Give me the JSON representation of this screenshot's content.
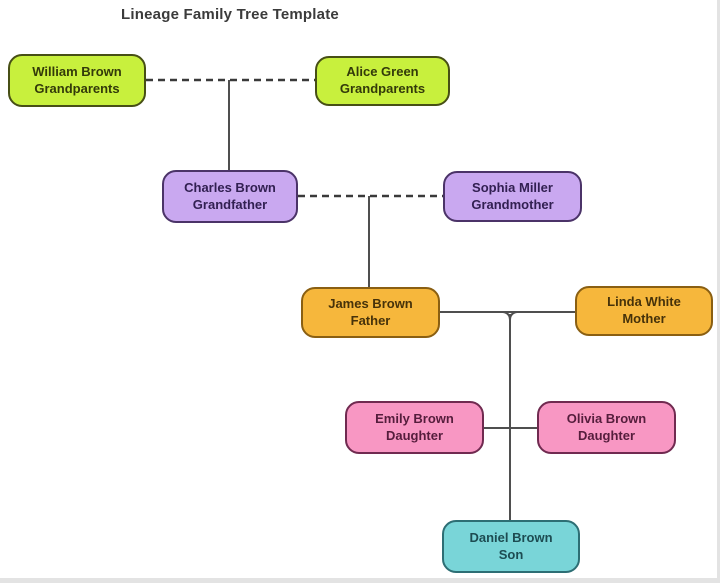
{
  "page": {
    "title": "Lineage Family Tree Template",
    "background": "#ffffff",
    "line_color": "#4f4f4f",
    "dashed_line_color": "#3a3a3a"
  },
  "diagram": {
    "nodes": [
      {
        "id": "william-brown",
        "name": "William Brown",
        "role": "Grandparents",
        "fill": "#c8f03d",
        "border": "#474f15",
        "text_color": "#333a0a"
      },
      {
        "id": "alice-green",
        "name": "Alice Green",
        "role": "Grandparents",
        "fill": "#c8f03d",
        "border": "#474f15",
        "text_color": "#333a0a"
      },
      {
        "id": "charles-brown",
        "name": "Charles Brown",
        "role": "Grandfather",
        "fill": "#c9a8f0",
        "border": "#4b3368",
        "text_color": "#322052"
      },
      {
        "id": "sophia-miller",
        "name": "Sophia Miller",
        "role": "Grandmother",
        "fill": "#c9a8f0",
        "border": "#4b3368",
        "text_color": "#322052"
      },
      {
        "id": "james-brown",
        "name": "James Brown",
        "role": "Father",
        "fill": "#f6b73c",
        "border": "#8a5f12",
        "text_color": "#46320a"
      },
      {
        "id": "linda-white",
        "name": "Linda White",
        "role": "Mother",
        "fill": "#f6b73c",
        "border": "#8a5f12",
        "text_color": "#46320a"
      },
      {
        "id": "emily-brown",
        "name": "Emily Brown",
        "role": "Daughter",
        "fill": "#f897c3",
        "border": "#702a50",
        "text_color": "#551d3c"
      },
      {
        "id": "olivia-brown",
        "name": "Olivia Brown",
        "role": "Daughter",
        "fill": "#f897c3",
        "border": "#702a50",
        "text_color": "#551d3c"
      },
      {
        "id": "daniel-brown",
        "name": "Daniel Brown",
        "role": "Son",
        "fill": "#79d5d8",
        "border": "#2d6e74",
        "text_color": "#1d4c52"
      }
    ],
    "edges": [
      {
        "from": "william-brown",
        "to": "alice-green",
        "relation": "spouses",
        "style": "dashed"
      },
      {
        "from": "william-brown + alice-green",
        "to": "charles-brown",
        "relation": "parents-child",
        "style": "solid"
      },
      {
        "from": "charles-brown",
        "to": "sophia-miller",
        "relation": "spouses",
        "style": "dashed"
      },
      {
        "from": "charles-brown + sophia-miller",
        "to": "james-brown",
        "relation": "parents-child",
        "style": "solid"
      },
      {
        "from": "james-brown",
        "to": "linda-white",
        "relation": "spouses",
        "style": "solid"
      },
      {
        "from": "james-brown + linda-white",
        "to": "emily-brown",
        "relation": "parents-child",
        "style": "solid"
      },
      {
        "from": "james-brown + linda-white",
        "to": "olivia-brown",
        "relation": "parents-child",
        "style": "solid"
      },
      {
        "from": "james-brown + linda-white",
        "to": "daniel-brown",
        "relation": "parents-child",
        "style": "solid"
      }
    ]
  }
}
